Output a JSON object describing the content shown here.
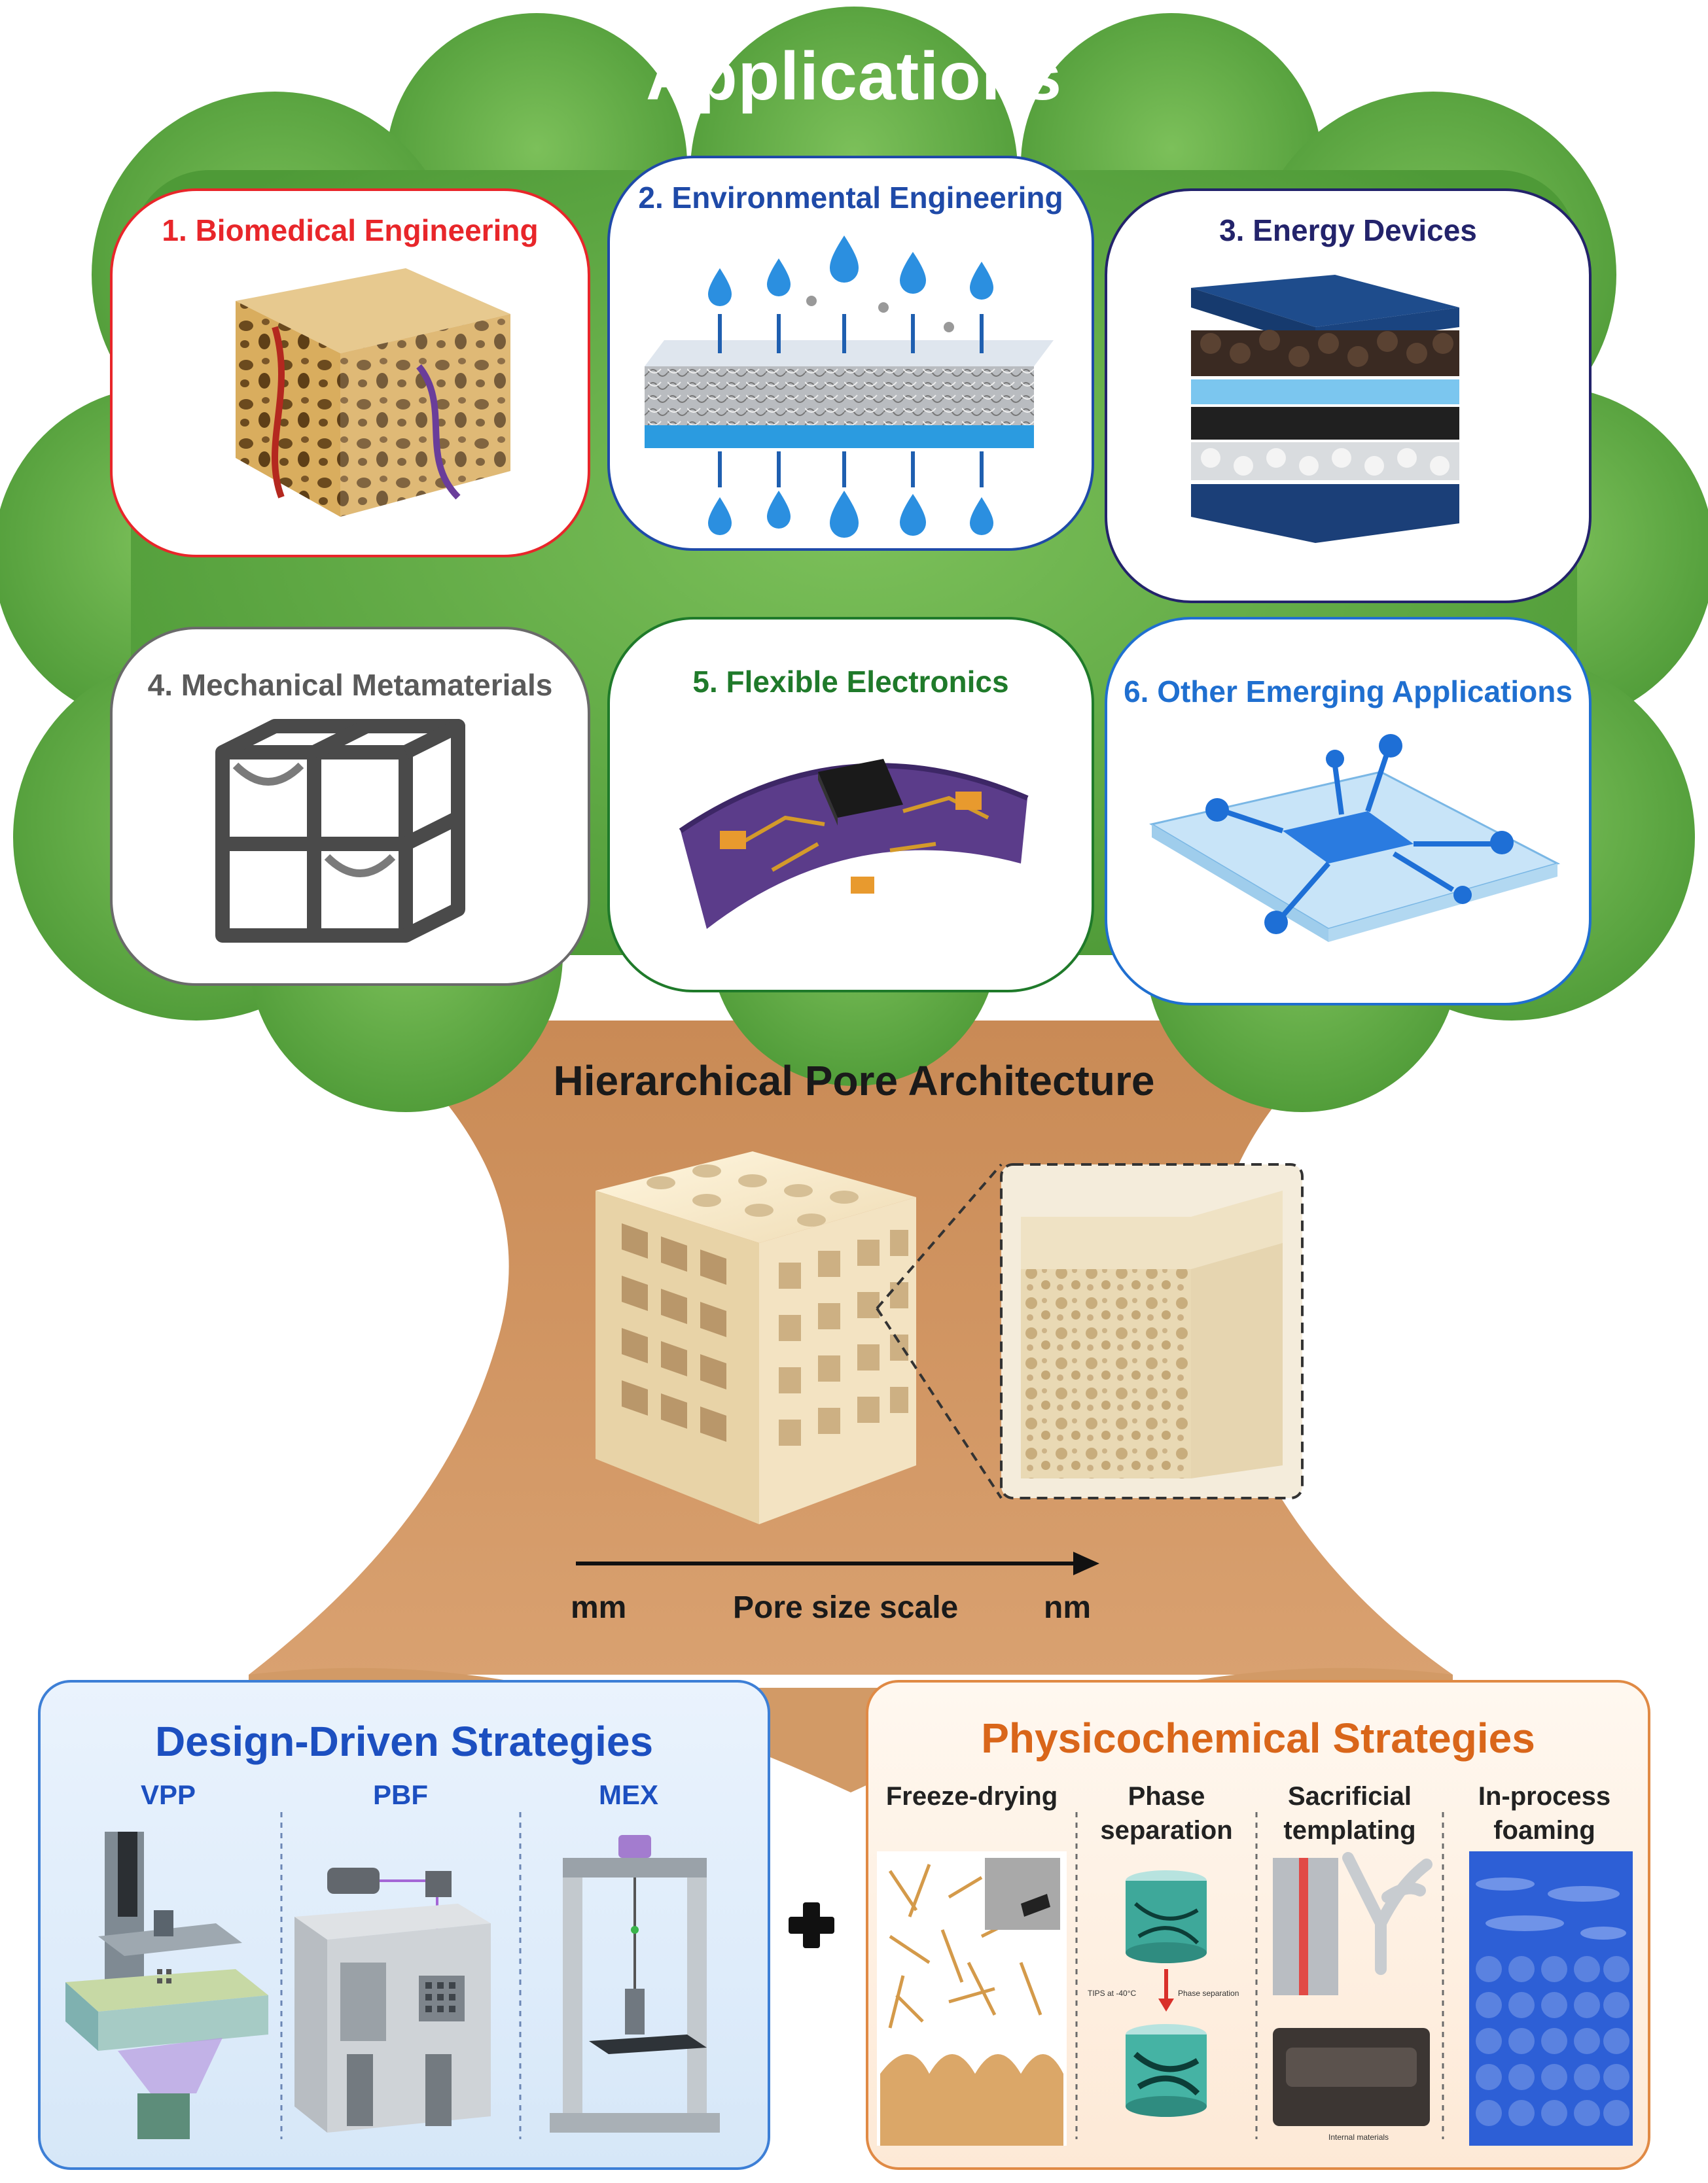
{
  "header": {
    "title": "Applications"
  },
  "applications": [
    {
      "label": "1. Biomedical Engineering",
      "color": "#e8262a"
    },
    {
      "label": "2. Environmental Engineering",
      "color": "#1f4aa8"
    },
    {
      "label": "3. Energy Devices",
      "color": "#23236b"
    },
    {
      "label": "4. Mechanical Metamaterials",
      "color": "#5a5a5a"
    },
    {
      "label": "5. Flexible Electronics",
      "color": "#1f7a2a"
    },
    {
      "label": "6. Other Emerging Applications",
      "color": "#1f6fd0"
    }
  ],
  "pore": {
    "title": "Hierarchical Pore Architecture",
    "scale_start": "mm",
    "scale_mid": "Pore size scale",
    "scale_end": "nm"
  },
  "design": {
    "title": "Design-Driven Strategies",
    "methods": [
      "VPP",
      "PBF",
      "MEX"
    ],
    "color": "#1c4fc0"
  },
  "plus_icon": "plus-icon",
  "physico": {
    "title": "Physicochemical Strategies",
    "color": "#d9661a",
    "methods": [
      {
        "line1": "Freeze-drying",
        "line2": ""
      },
      {
        "line1": "Phase",
        "line2": "separation"
      },
      {
        "line1": "Sacrificial",
        "line2": "templating"
      },
      {
        "line1": "In-process",
        "line2": "foaming"
      }
    ],
    "tips_label": "TIPS at -40°C",
    "phase_label": "Phase separation",
    "internal_label": "Internal materials"
  },
  "colors": {
    "foliage": "#5fa843",
    "trunk": "#c98a55",
    "design_box": "#e3eefa",
    "physico_box": "#fff3e8"
  }
}
